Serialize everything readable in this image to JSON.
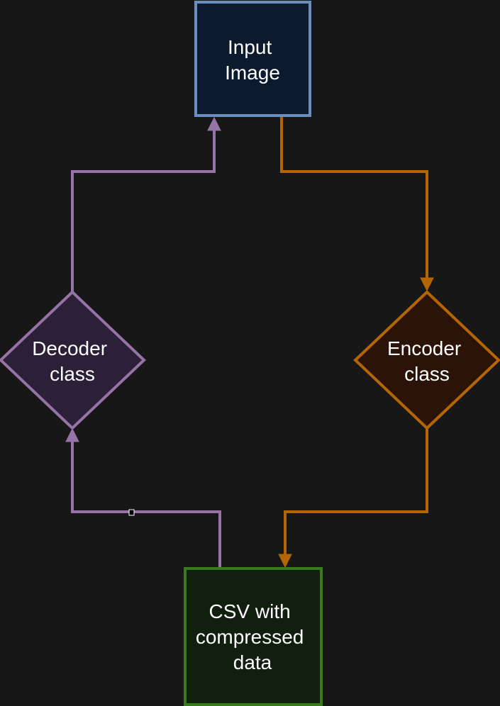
{
  "diagram": {
    "background": "#171717",
    "nodes": {
      "input_image": {
        "lines": [
          "Input",
          "Image"
        ],
        "fill": "#0c1a2e",
        "stroke": "#6c8ebf"
      },
      "encoder": {
        "lines": [
          "Encoder",
          "class"
        ],
        "fill": "#2b1407",
        "stroke": "#b46504"
      },
      "decoder": {
        "lines": [
          "Decoder",
          "class"
        ],
        "fill": "#2b2038",
        "stroke": "#9673a6"
      },
      "csv": {
        "lines": [
          "CSV with",
          "compressed",
          "data"
        ],
        "fill": "#11200e",
        "stroke": "#3a7a1f"
      }
    },
    "edges": {
      "encode_color": "#b46504",
      "decode_color": "#9673a6"
    }
  }
}
